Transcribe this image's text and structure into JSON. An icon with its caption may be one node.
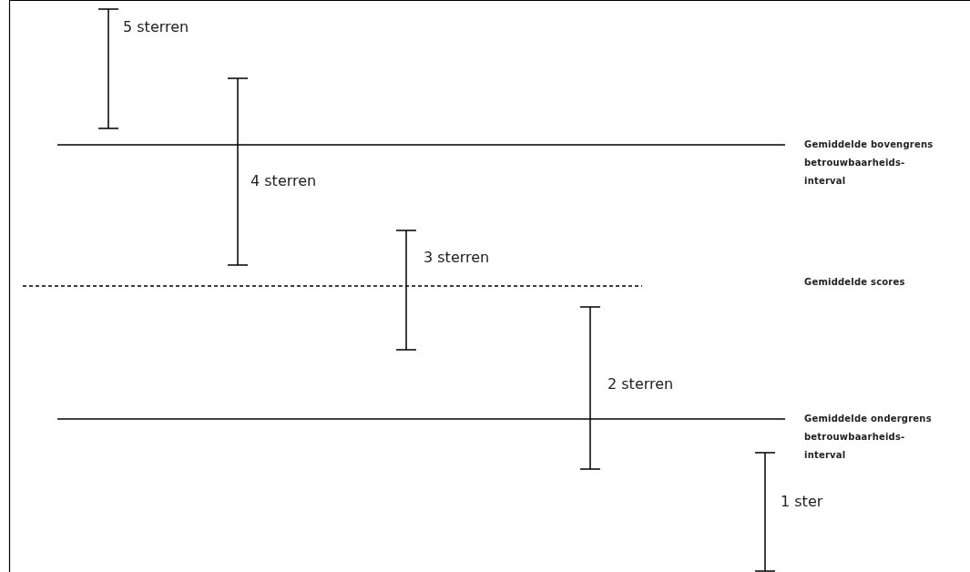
{
  "diagram": {
    "labels": [
      "5 sterren",
      "4 sterren",
      "3 sterren",
      "2 sterren",
      "1 ster",
      "Gemiddelde bovengrens betrouwbaarheids-interval",
      "Gemiddelde scores",
      "Gemiddelde ondergrens betrouwbaarheids-interval"
    ]
  }
}
